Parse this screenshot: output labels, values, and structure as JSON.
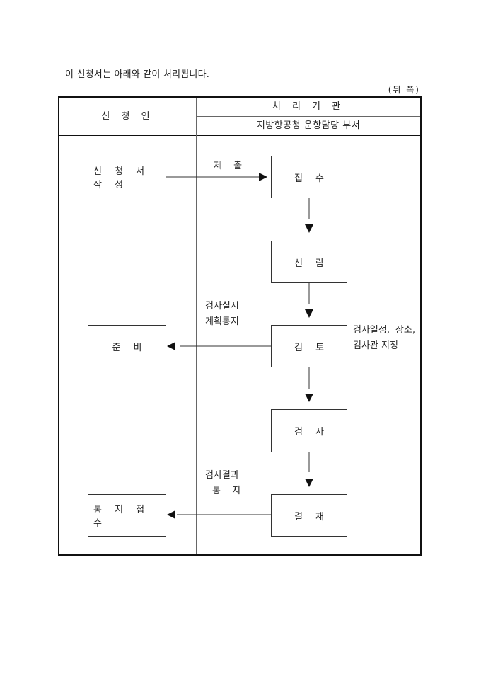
{
  "intro_text": "이 신청서는 아래와 같이 처리됩니다.",
  "page_side_label": "(뒤 쪽)",
  "table": {
    "header": {
      "applicant": "신 청 인",
      "agency": "처 리 기 관",
      "department": "지방항공청 운항담당 부서"
    },
    "applicant_steps": [
      "신청서작성",
      "준비",
      "통지접수"
    ],
    "agency_steps": [
      "접수",
      "선람",
      "검토",
      "검사",
      "결재"
    ],
    "flow_labels": {
      "submit": "제 출",
      "inspection_plan_line1": "검사실시",
      "inspection_plan_line2": "계획통지",
      "result_line1": "검사결과",
      "result_line2": "통 지"
    },
    "review_note": "검사일정, 장소, 검사관 지정"
  }
}
